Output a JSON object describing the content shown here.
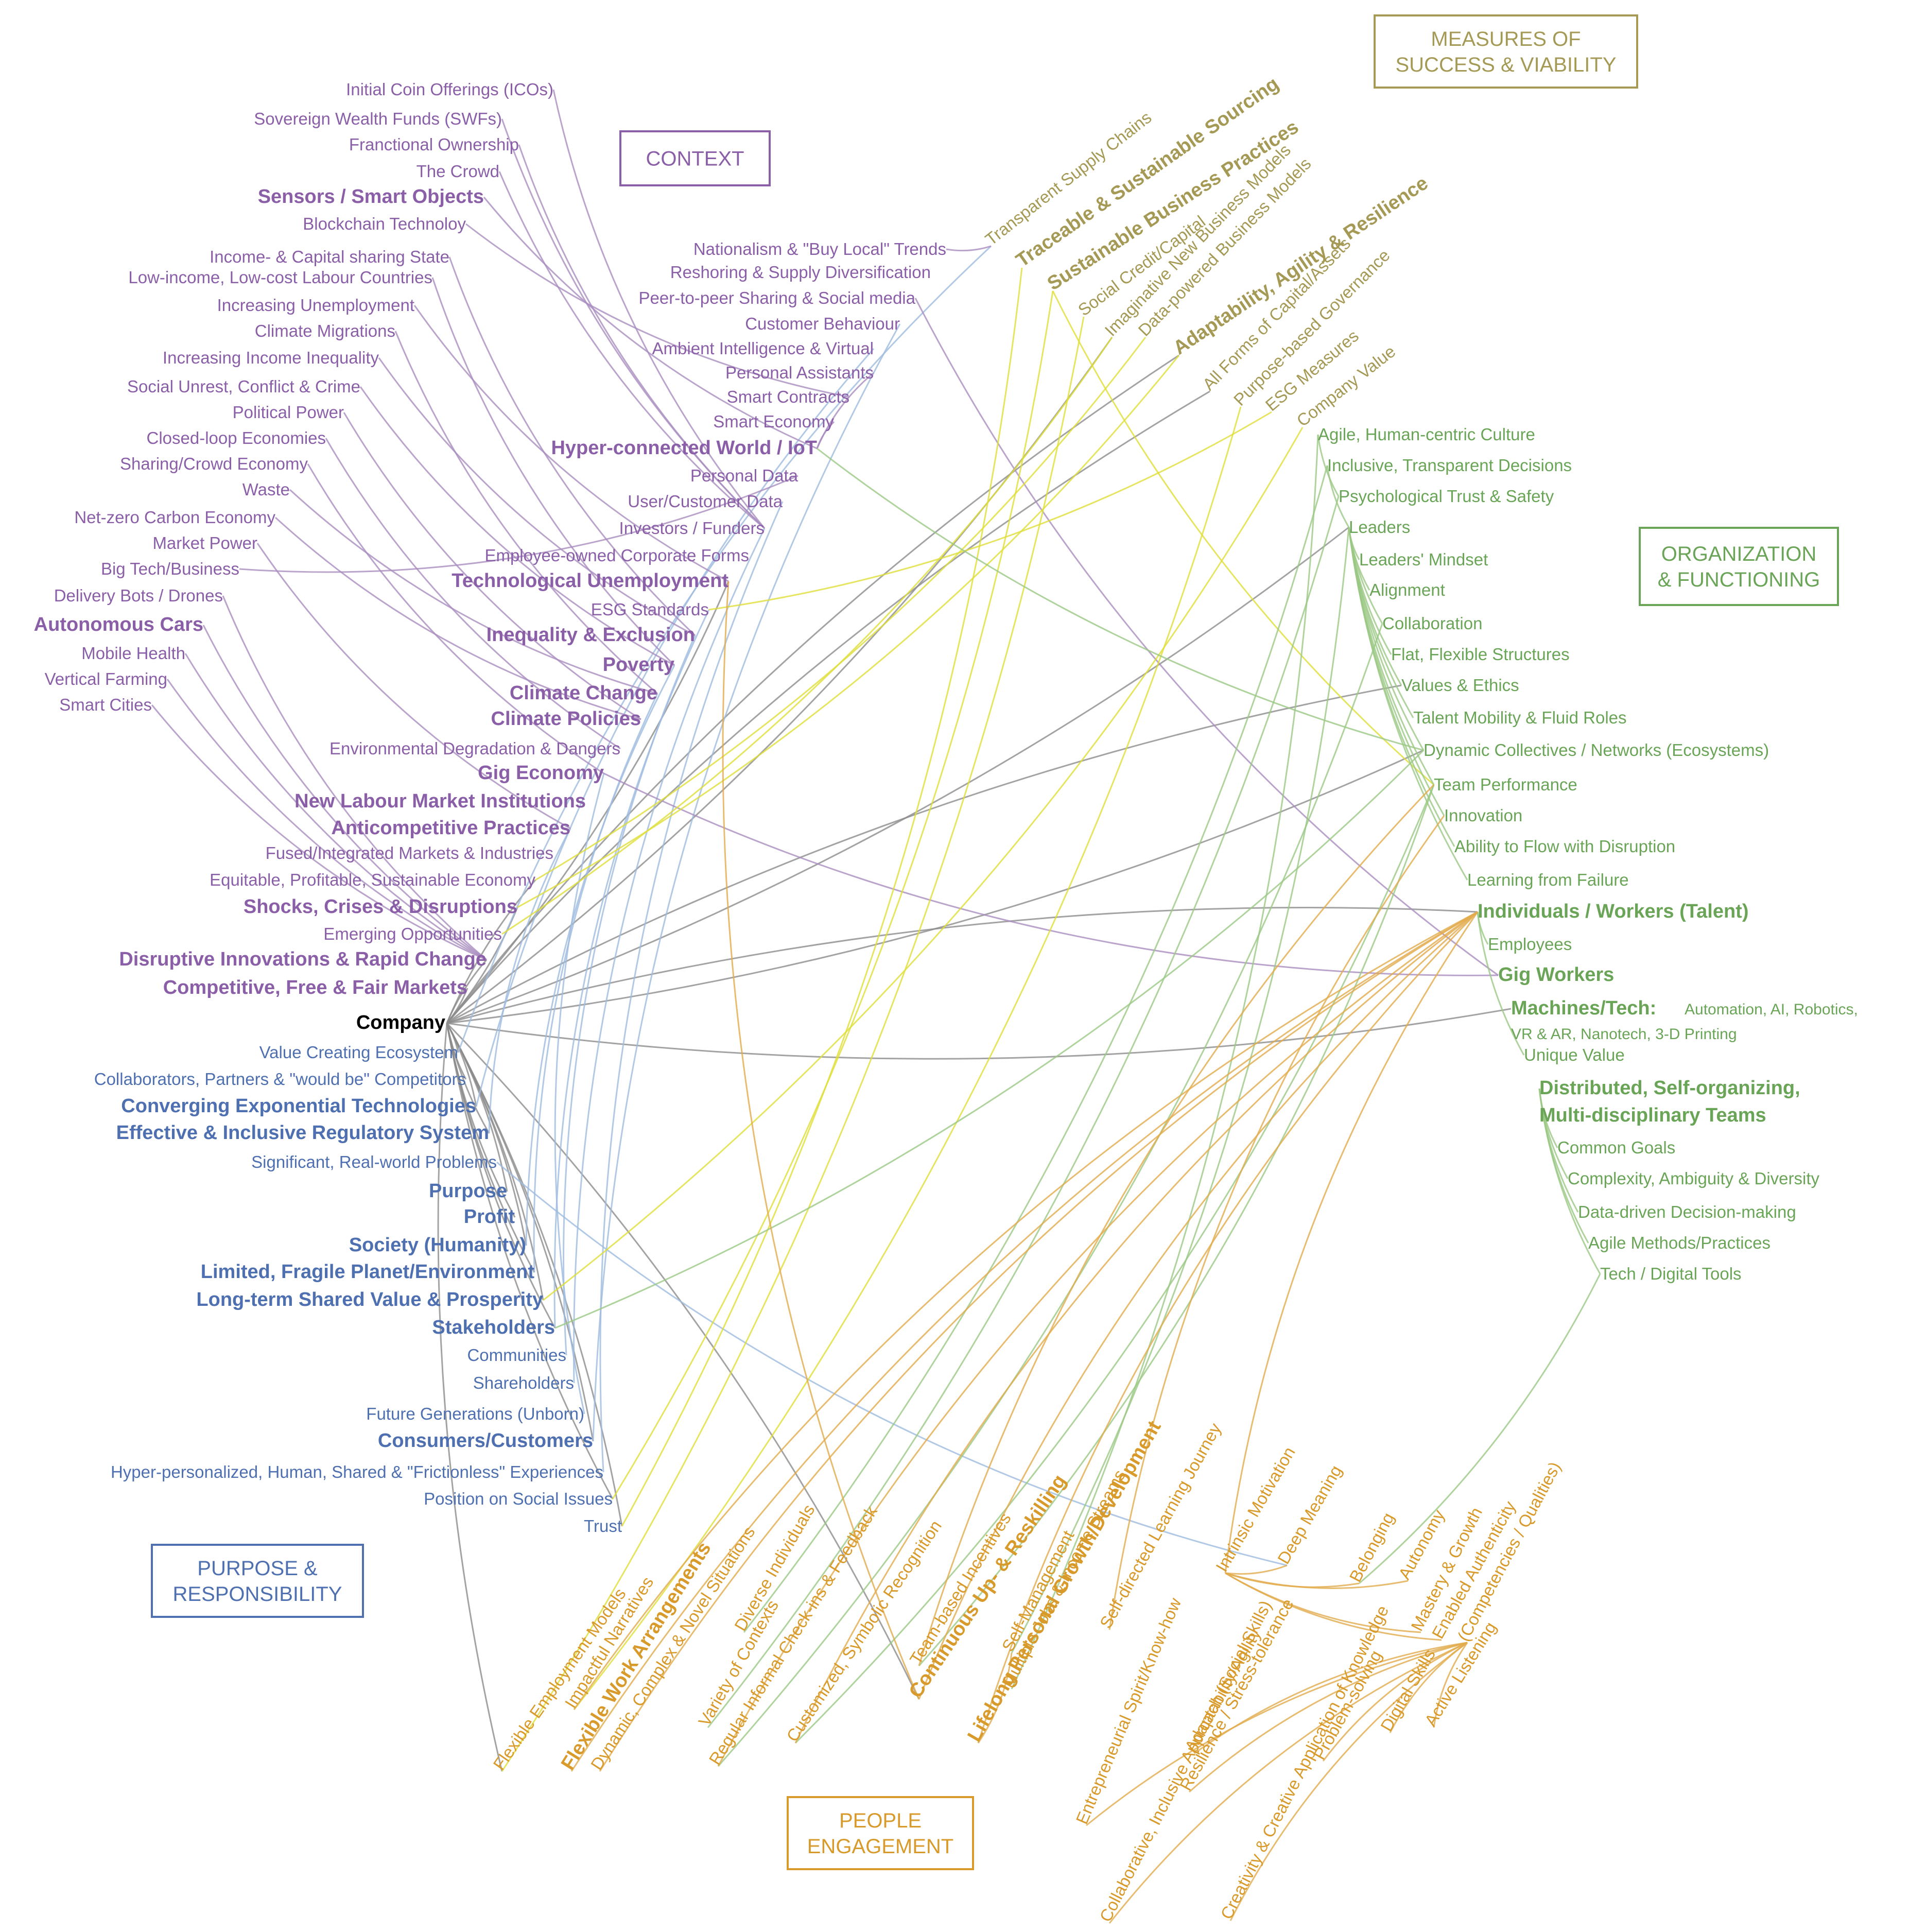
{
  "colors": {
    "context": "#8a5fa8",
    "context_link": "#a98dbf",
    "measures": "#a59a55",
    "measures_link": "#dede3a",
    "organization": "#6aa557",
    "organization_link": "#9bc884",
    "purpose": "#4e6fb0",
    "purpose_link": "#9fbbe0",
    "people": "#d89a2a",
    "people_link": "#e2ab4c",
    "company": "#000000",
    "company_link": "#8c8c8c"
  },
  "categories": {
    "context": "CONTEXT",
    "measures": [
      "MEASURES OF",
      "SUCCESS & VIABILITY"
    ],
    "organization": [
      "ORGANIZATION",
      "& FUNCTIONING"
    ],
    "purpose": [
      "PURPOSE &",
      "RESPONSIBILITY"
    ],
    "people": [
      "PEOPLE",
      "ENGAGEMENT"
    ]
  },
  "hub": "Company",
  "context_nodes": [
    "Initial Coin Offerings (ICOs)",
    "Sovereign Wealth Funds (SWFs)",
    "Franctional Ownership",
    "The Crowd",
    "Sensors / Smart Objects",
    "Blockchain Technoloy",
    "Income- & Capital sharing State",
    "Low-income, Low-cost Labour Countries",
    "Increasing Unemployment",
    "Climate Migrations",
    "Increasing Income Inequality",
    "Social Unrest, Conflict & Crime",
    "Political Power",
    "Closed-loop Economies",
    "Sharing/Crowd Economy",
    "Waste",
    "Net-zero Carbon Economy",
    "Market Power",
    "Big Tech/Business",
    "Delivery Bots / Drones",
    "Autonomous Cars",
    "Mobile Health",
    "Vertical Farming",
    "Smart Cities",
    "Nationalism & \"Buy Local\" Trends",
    "Reshoring & Supply Diversification",
    "Peer-to-peer Sharing & Social media",
    "Customer Behaviour",
    "Ambient Intelligence & Virtual",
    "Personal Assistants",
    "Smart Contracts",
    "Smart Economy",
    "Hyper-connected World / IoT",
    "Personal Data",
    "User/Customer Data",
    "Investors / Funders",
    "Employee-owned Corporate Forms",
    "Technological Unemployment",
    "ESG Standards",
    "Inequality & Exclusion",
    "Poverty",
    "Climate Change",
    "Climate Policies",
    "Environmental Degradation & Dangers",
    "Gig Economy",
    "New Labour Market Institutions",
    "Anticompetitive Practices",
    "Fused/Integrated Markets & Industries",
    "Equitable, Profitable, Sustainable Economy",
    "Shocks, Crises & Disruptions",
    "Emerging Opportunities",
    "Disruptive Innovations & Rapid Change",
    "Competitive, Free & Fair Markets"
  ],
  "purpose_nodes": [
    "Value Creating Ecosystem",
    "Collaborators, Partners & \"would be\" Competitors",
    "Converging Exponential Technologies",
    "Effective & Inclusive Regulatory System",
    "Significant, Real-world Problems",
    "Purpose",
    "Profit",
    "Society (Humanity)",
    "Limited, Fragile Planet/Environment",
    "Long-term Shared Value & Prosperity",
    "Stakeholders",
    "Communities",
    "Shareholders",
    "Future Generations (Unborn)",
    "Consumers/Customers",
    "Hyper-personalized, Human, Shared & \"Frictionless\" Experiences",
    "Position on Social Issues",
    "Trust"
  ],
  "measures_nodes": [
    "Transparent Supply Chains",
    "Traceable & Sustainable Sourcing",
    "Sustainable Business Practices",
    "Social Credit/Capital",
    "Imaginative New Business Models",
    "Data-powered Business Models",
    "Adaptability, Agility & Resilience",
    "All Forms of Capital/Assets",
    "Purpose-based Governance",
    "ESG Measures",
    "Company Value"
  ],
  "organization_nodes": [
    "Agile, Human-centric Culture",
    "Inclusive, Transparent Decisions",
    "Psychological Trust & Safety",
    "Leaders",
    "Leaders' Mindset",
    "Alignment",
    "Collaboration",
    "Flat, Flexible Structures",
    "Values & Ethics",
    "Talent Mobility & Fluid Roles",
    "Dynamic Collectives / Networks (Ecosystems)",
    "Team Performance",
    "Innovation",
    "Ability to Flow with Disruption",
    "Learning from Failure",
    "Individuals / Workers (Talent)",
    "Employees",
    "Gig Workers",
    "Machines/Tech:",
    "Unique Value",
    "Distributed, Self-organizing,",
    "Common Goals",
    "Complexity, Ambiguity & Diversity",
    "Data-driven Decision-making",
    "Agile Methods/Practices",
    "Tech / Digital Tools"
  ],
  "organization_extra": {
    "machines_line1_rest": "Automation, AI, Robotics,",
    "machines_line2": "VR & AR, Nanotech, 3-D Printing",
    "teams_line2": "Multi-disciplinary Teams"
  },
  "people_nodes": [
    "Flexible Employment Models",
    "Impactful Narratives",
    "Flexible Work Arrangements",
    "Dynamic, Complex & Novel Situations",
    "Diverse Individuals",
    "Variety of Contexts",
    "Regular Informal Check-ins & Feedback",
    "Customized, Symbolic Recognition",
    "Team-based Incentives",
    "Continuous Up- & Reskilling",
    "Self-Management",
    "Multiple Jobs & Income Streams",
    "Lifelong Personal Growth/Development",
    "Self-directed Learning Journey",
    "Intrinsic Motivation",
    "Deep Meaning",
    "Belonging",
    "Autonomy",
    "Mastery & Growth",
    "Enabled Authenticity",
    "(Competencies / Qualities)",
    "Entrepreneurial Spirit/Know-how",
    "Adaptability/Agility",
    "Resilience / Stress-tolerance",
    "Collaborative, Inclusive Approach (Social Skills)",
    "Problem-solving",
    "Digital Skills",
    "Creativity & Creative Application of Knowledge",
    "Active Listening"
  ]
}
